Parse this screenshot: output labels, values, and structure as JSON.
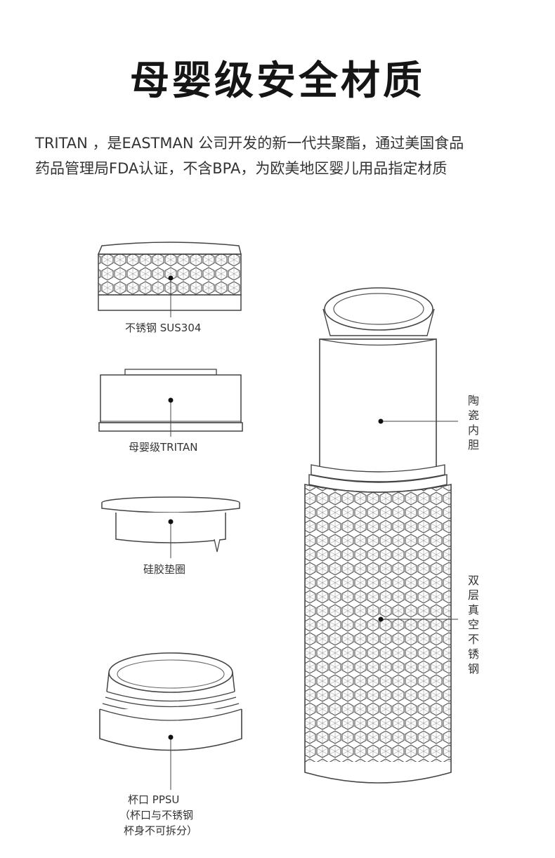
{
  "title": "母婴级安全材质",
  "description": {
    "line1": "TRITAN ，是EASTMAN 公司开发的新一代共聚酯，通过美国食品",
    "line2": "药品管理局FDA认证，不含BPA，为欧美地区婴儿用品指定材质"
  },
  "parts": {
    "cap_top": {
      "label": "不锈钢 SUS304"
    },
    "cap_mid": {
      "label": "母婴级TRITAN"
    },
    "gasket": {
      "label": "硅胶垫圈"
    },
    "cup_mouth": {
      "label": "杯口   PPSU",
      "note1": "（杯口与不锈钢",
      "note2": "杯身不可拆分）"
    },
    "inner_liner": {
      "label": "陶瓷内胆"
    },
    "body": {
      "label": "双层真空不锈钢"
    }
  },
  "colors": {
    "line": "#444444",
    "dot": "#111111"
  }
}
